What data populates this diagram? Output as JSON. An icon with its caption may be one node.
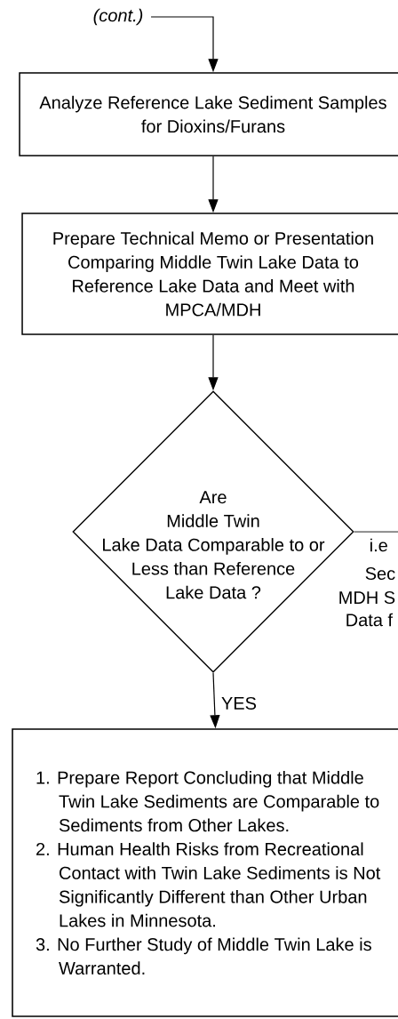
{
  "diagram": {
    "nodes": [
      {
        "text": [
          "(cont.)"
        ]
      },
      {
        "text": [
          "Analyze Reference Lake Sediment Samples for Dioxins/Furans"
        ]
      },
      {
        "text": [
          "Prepare Technical Memo or Presentation Comparing Middle Twin Lake Data to Reference Lake Data and Meet with MPCA/MDH"
        ]
      },
      {
        "text": [
          "Are Middle Twin Lake Data Comparable to or Less than Reference Lake Data ?"
        ]
      },
      {
        "text": [
          "1. Prepare Report Concluding that Middle Twin Lake Sediments are Comparable to Sediments from Other Lakes.",
          "2. Human Health Risks from Recreational Contact with Twin Lake Sediments is Not Significantly Different than Other Urban Lakes in Minnesota.",
          "3. No Further Study of Middle Twin Lake is Warranted."
        ]
      }
    ],
    "edges": [
      {
        "from": 0,
        "to": 1,
        "arrow": "to"
      },
      {
        "from": 1,
        "to": 2,
        "arrow": "to"
      },
      {
        "from": 2,
        "to": 3,
        "arrow": "to"
      },
      {
        "from": 3,
        "to": 4,
        "arrow": "to",
        "label": "YES"
      },
      {
        "from": 3,
        "to": null,
        "arrow": "none"
      }
    ],
    "labels": [
      "i.e",
      "Sec",
      "MDH S",
      "Data f"
    ]
  }
}
